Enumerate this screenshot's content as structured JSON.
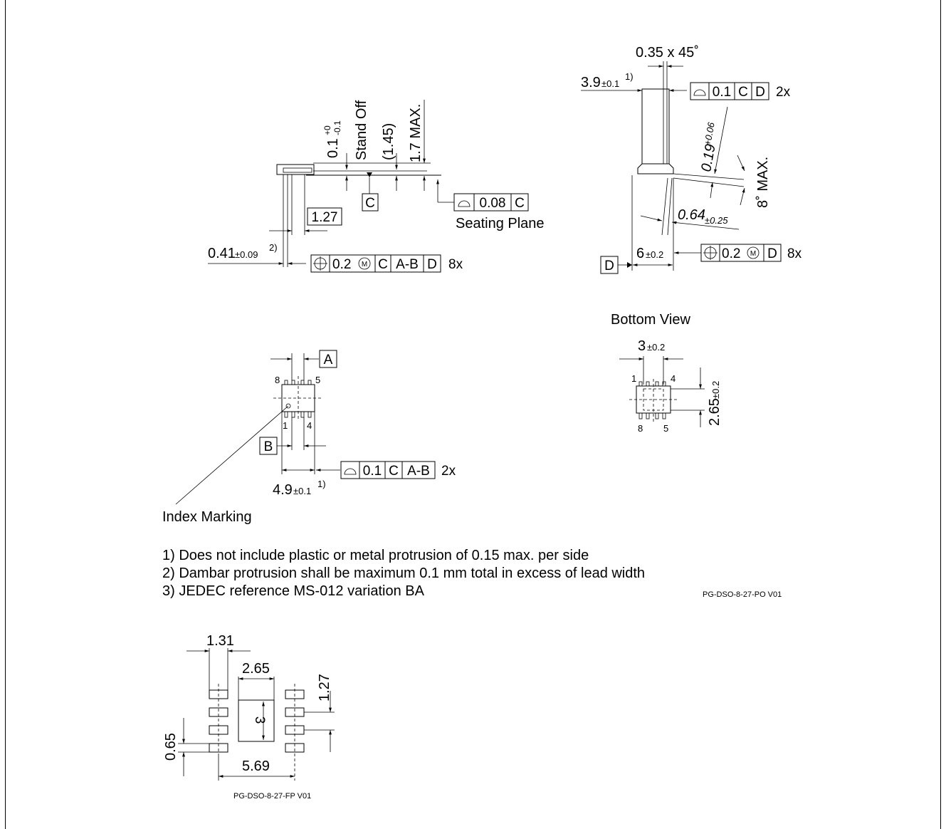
{
  "side_view": {
    "standoff_tol": "0.1",
    "standoff_tol_plus": "+0",
    "standoff_tol_minus": "-0.1",
    "standoff_label": "Stand Off",
    "body_height": "(1.45)",
    "max_height": "1.7 MAX.",
    "datum_c": "C",
    "pitch": "1.27",
    "lead_width": "0.41",
    "lead_width_tol": "±0.09",
    "lead_width_note": "2)",
    "flatness_value": "0.08",
    "flatness_datum": "C",
    "seating_plane": "Seating Plane",
    "position_tol": "0.2",
    "position_datums": [
      "C",
      "A-B",
      "D"
    ],
    "position_count": "8x",
    "mmc_symbol": "M"
  },
  "end_view": {
    "chamfer": "0.35 x 45˚",
    "width": "3.9",
    "width_tol": "±0.1",
    "width_note": "1)",
    "profile_value": "0.1",
    "profile_datums": [
      "C",
      "D"
    ],
    "profile_count": "2x",
    "lead_thickness": "0.19",
    "lead_thickness_tol": "+0.06",
    "angle_max": "8˚ MAX.",
    "foot_length": "0.64",
    "foot_length_tol": "±0.25",
    "overall_width": "6",
    "overall_width_tol": "±0.2",
    "datum_d": "D",
    "position_tol": "0.2",
    "position_datum": "D",
    "position_count": "8x",
    "mmc_symbol": "M"
  },
  "top_view": {
    "datum_a": "A",
    "datum_b": "B",
    "pin_labels": {
      "p8": "8",
      "p5": "5",
      "p1": "1",
      "p4": "4"
    },
    "length": "4.9",
    "length_tol": "±0.1",
    "length_note": "1)",
    "profile_value": "0.1",
    "profile_datums": [
      "C",
      "A-B"
    ],
    "profile_count": "2x",
    "index_marking": "Index Marking"
  },
  "bottom_view": {
    "title": "Bottom View",
    "pad_width": "3",
    "pad_width_tol": "±0.2",
    "pad_length": "2.65",
    "pad_length_tol": "±0.2",
    "pin_labels": {
      "p1": "1",
      "p4": "4",
      "p8": "8",
      "p5": "5"
    }
  },
  "notes": [
    "1) Does not include plastic or metal protrusion of 0.15 max. per side",
    "2) Dambar protrusion shall be maximum 0.1 mm total in excess of lead width",
    "3) JEDEC reference MS-012 variation BA"
  ],
  "package_code": "PG-DSO-8-27-PO  V01",
  "footprint": {
    "pad_length": "1.31",
    "thermal_pad_width": "2.65",
    "thermal_pad_height": "3",
    "pitch": "1.27",
    "pad_width": "0.65",
    "row_span": "5.69",
    "code": "PG-DSO-8-27-FP  V01"
  }
}
